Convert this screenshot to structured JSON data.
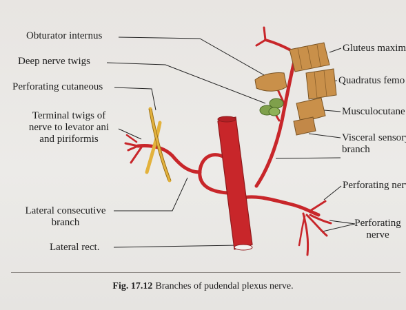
{
  "labels": {
    "obturator_internus": "Obturator internus",
    "deep_nerve_twigs": "Deep nerve twigs",
    "perforating_cutaneous": "Perforating cutaneous",
    "terminal_twigs": [
      "Terminal twigs of",
      "nerve to levator ani",
      "and piriformis"
    ],
    "lateral_consecutive_branch": [
      "Lateral consecutive",
      "branch"
    ],
    "lateral_rect": "Lateral rect.",
    "gluteus_maximus": "Gluteus maximu",
    "quadratus_femoris": "Quadratus femo",
    "musculocutaneous": "Musculocutane",
    "visceral_sensory_branch": [
      "Visceral sensory",
      "branch"
    ],
    "perforating_nerve_top": "Perforating nerv",
    "perforating_nerve_bottom": [
      "Perforating",
      "nerve"
    ]
  },
  "caption": {
    "figure_number": "Fig. 17.12",
    "text": "Branches of pudendal plexus nerve."
  },
  "colors": {
    "nerve_red": "#c8262a",
    "nerve_dark": "#8e1a1c",
    "yellow_branch": "#e3b23c",
    "muscle_tan": "#c9904a",
    "muscle_dark": "#7a5424",
    "deep_twig_green": "#7fa04b"
  }
}
